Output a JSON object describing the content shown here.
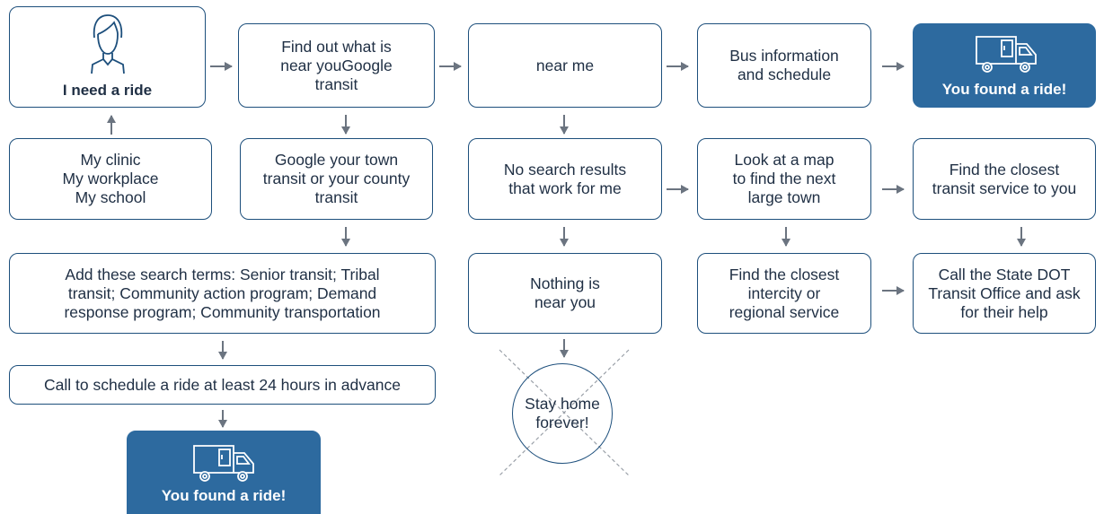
{
  "boxes": {
    "need_ride": "I need a ride",
    "find_out": "Find out what is\nnear youGoogle\ntransit",
    "near_me": "near me",
    "bus_info": "Bus information\nand schedule",
    "found_ride_top": "You found a ride!",
    "my_places": "My clinic\nMy workplace\nMy school",
    "google_town": "Google your town\ntransit or your county\ntransit",
    "no_results": "No search results\nthat work for me",
    "look_map": "Look at a map\nto find the next\nlarge town",
    "closest_transit": "Find the closest\ntransit service to you",
    "search_terms": "Add these search terms: Senior transit; Tribal\ntransit; Community action program; Demand\nresponse program; Community transportation",
    "nothing_near": "Nothing is\nnear you",
    "intercity": "Find the closest\nintercity or\nregional service",
    "call_dot": "Call the State DOT\nTransit Office and ask\nfor their help",
    "call_schedule": "Call to schedule a ride at least 24 hours in advance",
    "found_ride_bottom": "You found a ride!",
    "stay_home": "Stay home\nforever!"
  },
  "icons": {
    "person": "person-icon",
    "van": "van-icon"
  },
  "colors": {
    "accent": "#2d6a9f",
    "border": "#1d4f7c",
    "arrow": "#6b7480"
  }
}
